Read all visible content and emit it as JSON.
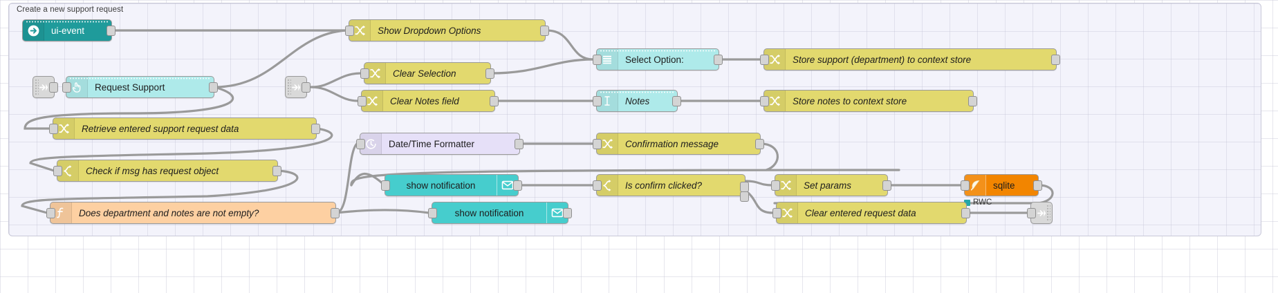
{
  "editor": {
    "type": "node-red-flow-canvas",
    "group_label": "Create a new support request",
    "colors": {
      "change_node": "#e2d96e",
      "function_node": "#fdd0a2",
      "ui_node": "#aeeaea",
      "ui_event_node": "#1f9b9b",
      "notification_node": "#46cdcd",
      "datetime_node": "#e6e0f8",
      "sqlite_node": "#f28500",
      "link_node": "#d9d9d9",
      "wire": "#9a9a9a",
      "canvas_background": "#f3f3fb",
      "status_ok": "#25a7a7"
    }
  },
  "nodes": {
    "ui_event": {
      "label": "ui-event",
      "icon": "arrow-right-circle-icon"
    },
    "request_support": {
      "label": "Request Support",
      "icon": "pointer-hand-icon"
    },
    "show_dropdown": {
      "label": "Show Dropdown Options",
      "icon": "change-arrows-icon"
    },
    "clear_selection": {
      "label": "Clear Selection",
      "icon": "change-arrows-icon"
    },
    "clear_notes_field": {
      "label": "Clear Notes field",
      "icon": "change-arrows-icon"
    },
    "select_option": {
      "label": "Select Option:",
      "icon": "dropdown-list-icon"
    },
    "notes": {
      "label": "Notes",
      "icon": "text-cursor-icon"
    },
    "store_support": {
      "label": "Store support (department) to context store",
      "icon": "change-arrows-icon"
    },
    "store_notes": {
      "label": "Store notes to context store",
      "icon": "change-arrows-icon"
    },
    "retrieve_request": {
      "label": "Retrieve entered support request data",
      "icon": "change-arrows-icon"
    },
    "check_msg": {
      "label": "Check if msg has request object",
      "icon": "switch-branch-icon"
    },
    "does_dept_notes": {
      "label": "Does department and notes are not empty?",
      "icon": "function-f-icon"
    },
    "datetime_formatter": {
      "label": "Date/Time Formatter",
      "icon": "clock-icon"
    },
    "confirmation_message": {
      "label": "Confirmation message",
      "icon": "change-arrows-icon"
    },
    "show_notification_1": {
      "label": "show notification",
      "icon": "envelope-icon"
    },
    "show_notification_2": {
      "label": "show notification",
      "icon": "envelope-icon"
    },
    "is_confirm_clicked": {
      "label": "Is confirm clicked?",
      "icon": "switch-branch-icon"
    },
    "set_params": {
      "label": "Set params",
      "icon": "change-arrows-icon"
    },
    "sqlite": {
      "label": "sqlite",
      "icon": "feather-icon",
      "status": "RWC"
    },
    "clear_entered_data": {
      "label": "Clear entered request data",
      "icon": "change-arrows-icon"
    },
    "link_in_1": {
      "label": "",
      "icon": "link-in-icon"
    },
    "link_in_2": {
      "label": "",
      "icon": "link-in-icon"
    },
    "link_out_1": {
      "label": "",
      "icon": "link-out-icon"
    }
  }
}
